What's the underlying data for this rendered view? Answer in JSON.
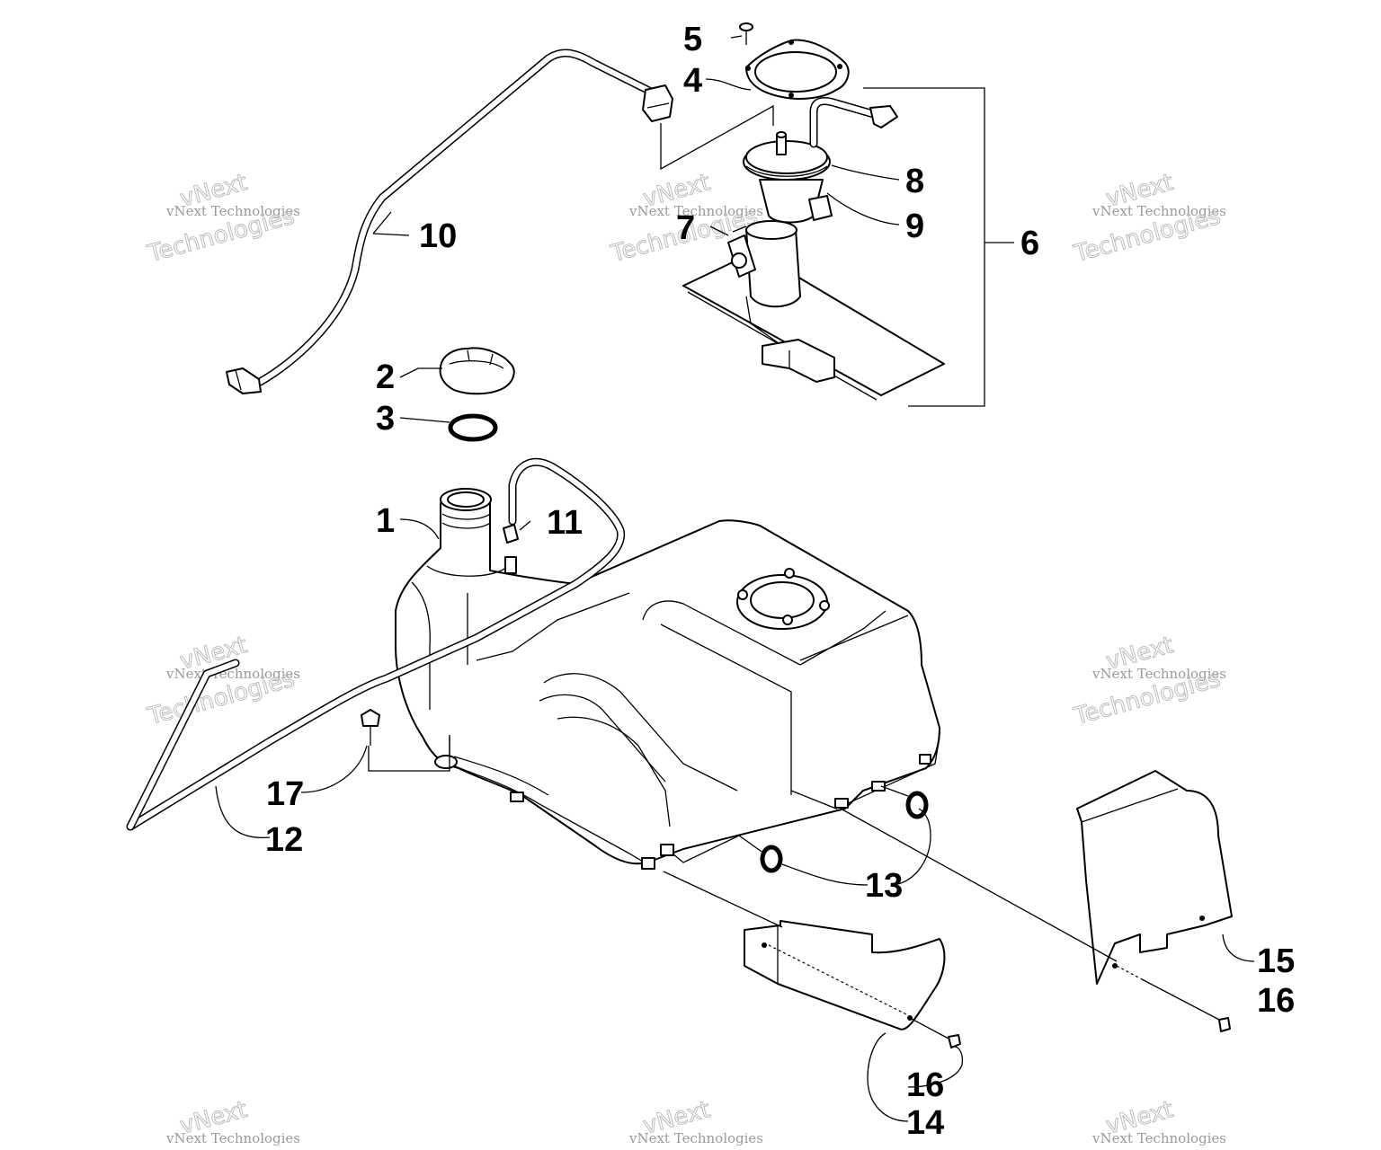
{
  "diagram": {
    "callouts": [
      {
        "id": "1",
        "text": "1"
      },
      {
        "id": "2",
        "text": "2"
      },
      {
        "id": "3",
        "text": "3"
      },
      {
        "id": "4",
        "text": "4"
      },
      {
        "id": "5",
        "text": "5"
      },
      {
        "id": "6",
        "text": "6"
      },
      {
        "id": "7",
        "text": "7"
      },
      {
        "id": "8",
        "text": "8"
      },
      {
        "id": "9",
        "text": "9"
      },
      {
        "id": "10",
        "text": "10"
      },
      {
        "id": "11",
        "text": "11"
      },
      {
        "id": "12",
        "text": "12"
      },
      {
        "id": "13",
        "text": "13"
      },
      {
        "id": "14",
        "text": "14"
      },
      {
        "id": "15",
        "text": "15"
      },
      {
        "id": "16a",
        "text": "16"
      },
      {
        "id": "16b",
        "text": "16"
      },
      {
        "id": "17",
        "text": "17"
      }
    ],
    "watermark": {
      "small": "vNext Technologies",
      "big_top": "vNext",
      "big_bottom": "Technologies"
    }
  }
}
